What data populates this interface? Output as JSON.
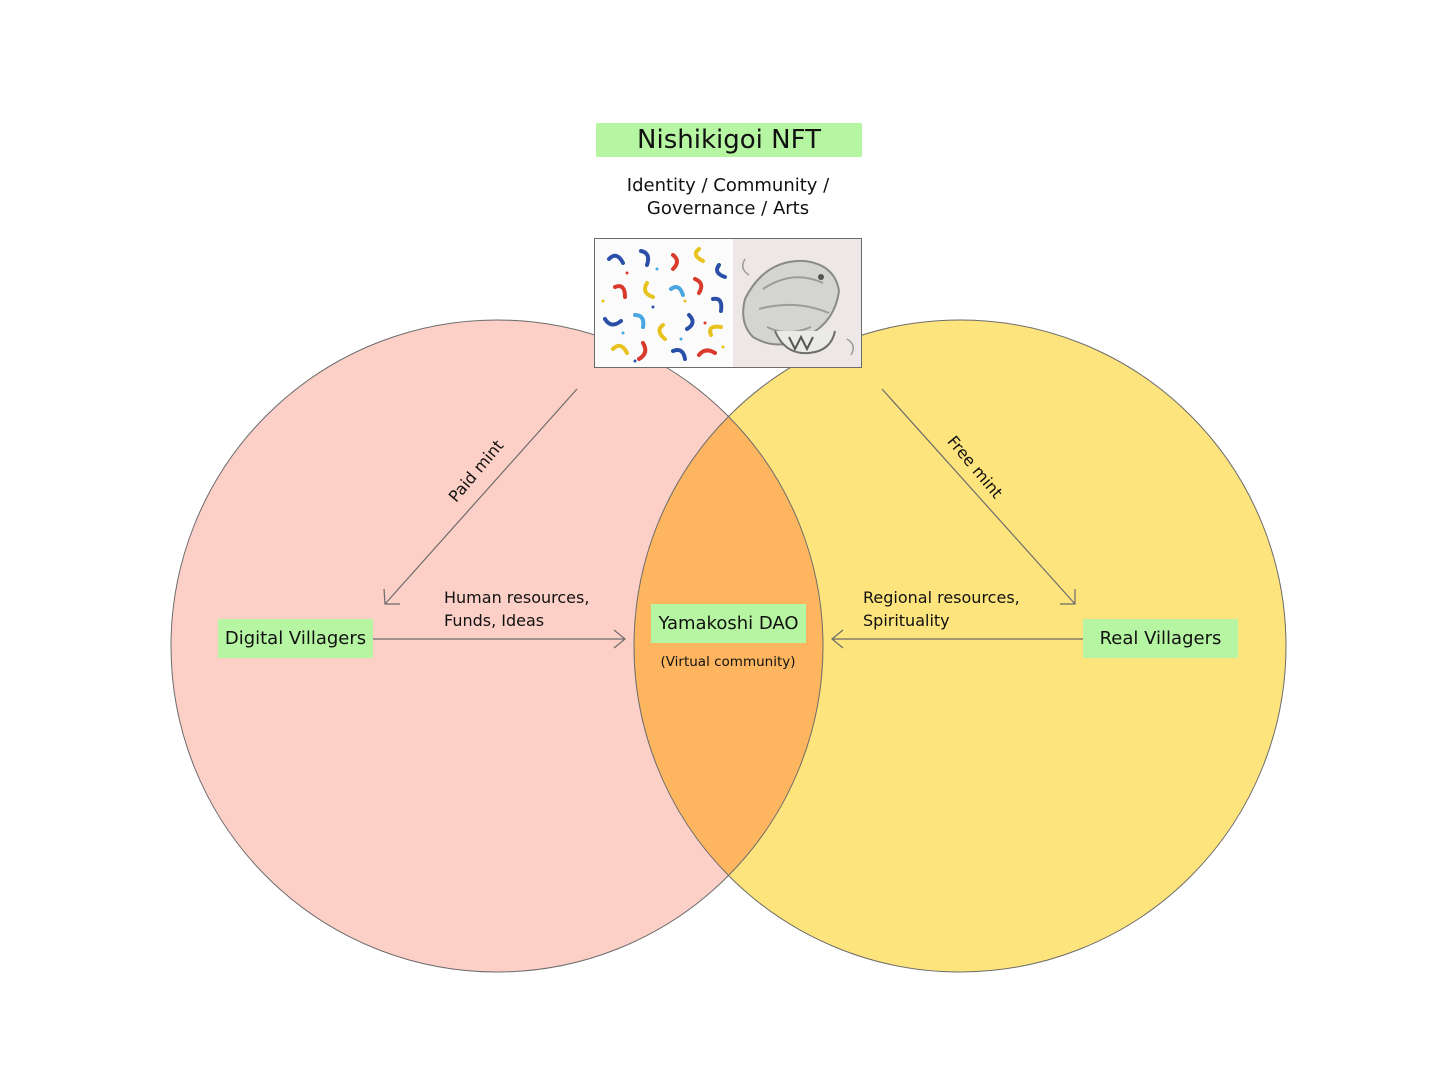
{
  "title": "Nishikigoi NFT",
  "subtitle": "Identity / Community / Governance / Arts",
  "nodes": {
    "digital_villagers": "Digital Villagers",
    "real_villagers": "Real Villagers",
    "dao": "Yamakoshi DAO",
    "dao_subtitle": "(Virtual community)"
  },
  "edges": {
    "paid_mint": "Paid mint",
    "free_mint": "Free mint",
    "digital_to_dao": "Human resources,\nFunds, Ideas",
    "real_to_dao": "Regional resources,\nSpirituality"
  },
  "colors": {
    "left_circle": "#fdd0c7",
    "right_circle": "#fee47d",
    "overlap": "#fdb65f",
    "label_background": "#b6f5a1",
    "stroke": "#6b6b6b"
  },
  "image": {
    "left": "koi-pattern-illustration",
    "right": "koi-sketch-illustration"
  }
}
